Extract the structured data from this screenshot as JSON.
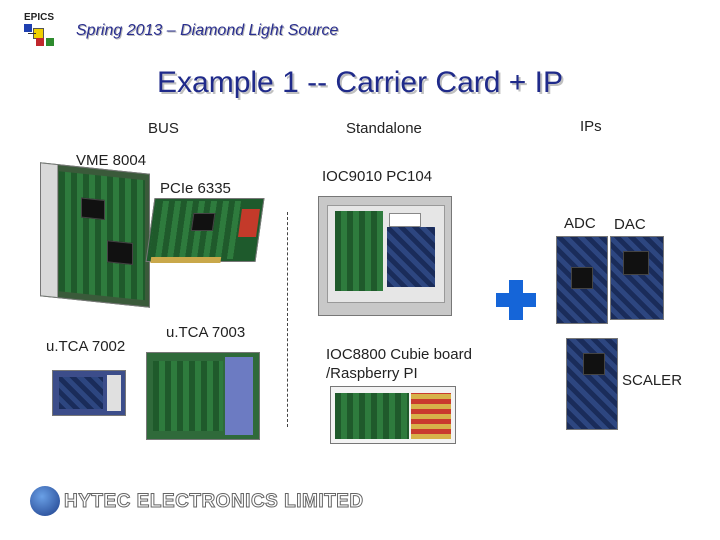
{
  "header": {
    "logo_text": "EPICS",
    "subtitle": "Spring 2013 – Diamond Light Source"
  },
  "title": "Example 1 -- Carrier Card + IP",
  "labels": {
    "bus": "BUS",
    "standalone": "Standalone",
    "ips": "IPs",
    "vme": "VME 8004",
    "pcie": "PCIe 6335",
    "ioc9010": "IOC9010 PC104",
    "adc": "ADC",
    "dac": "DAC",
    "utca7002": "u.TCA 7002",
    "utca7003": "u.TCA 7003",
    "ioc8800": "IOC8800 Cubie board /Raspberry PI",
    "scaler": "SCALER"
  },
  "footer": {
    "company": "HYTEC ELECTRONICS LIMITED"
  },
  "colors": {
    "header_text": "#2a2f8f",
    "title_text": "#1f2a8a",
    "plus_sign": "#1565d8"
  },
  "icons": {
    "plus": "plus-icon",
    "logo": "hytec-globe-logo"
  }
}
